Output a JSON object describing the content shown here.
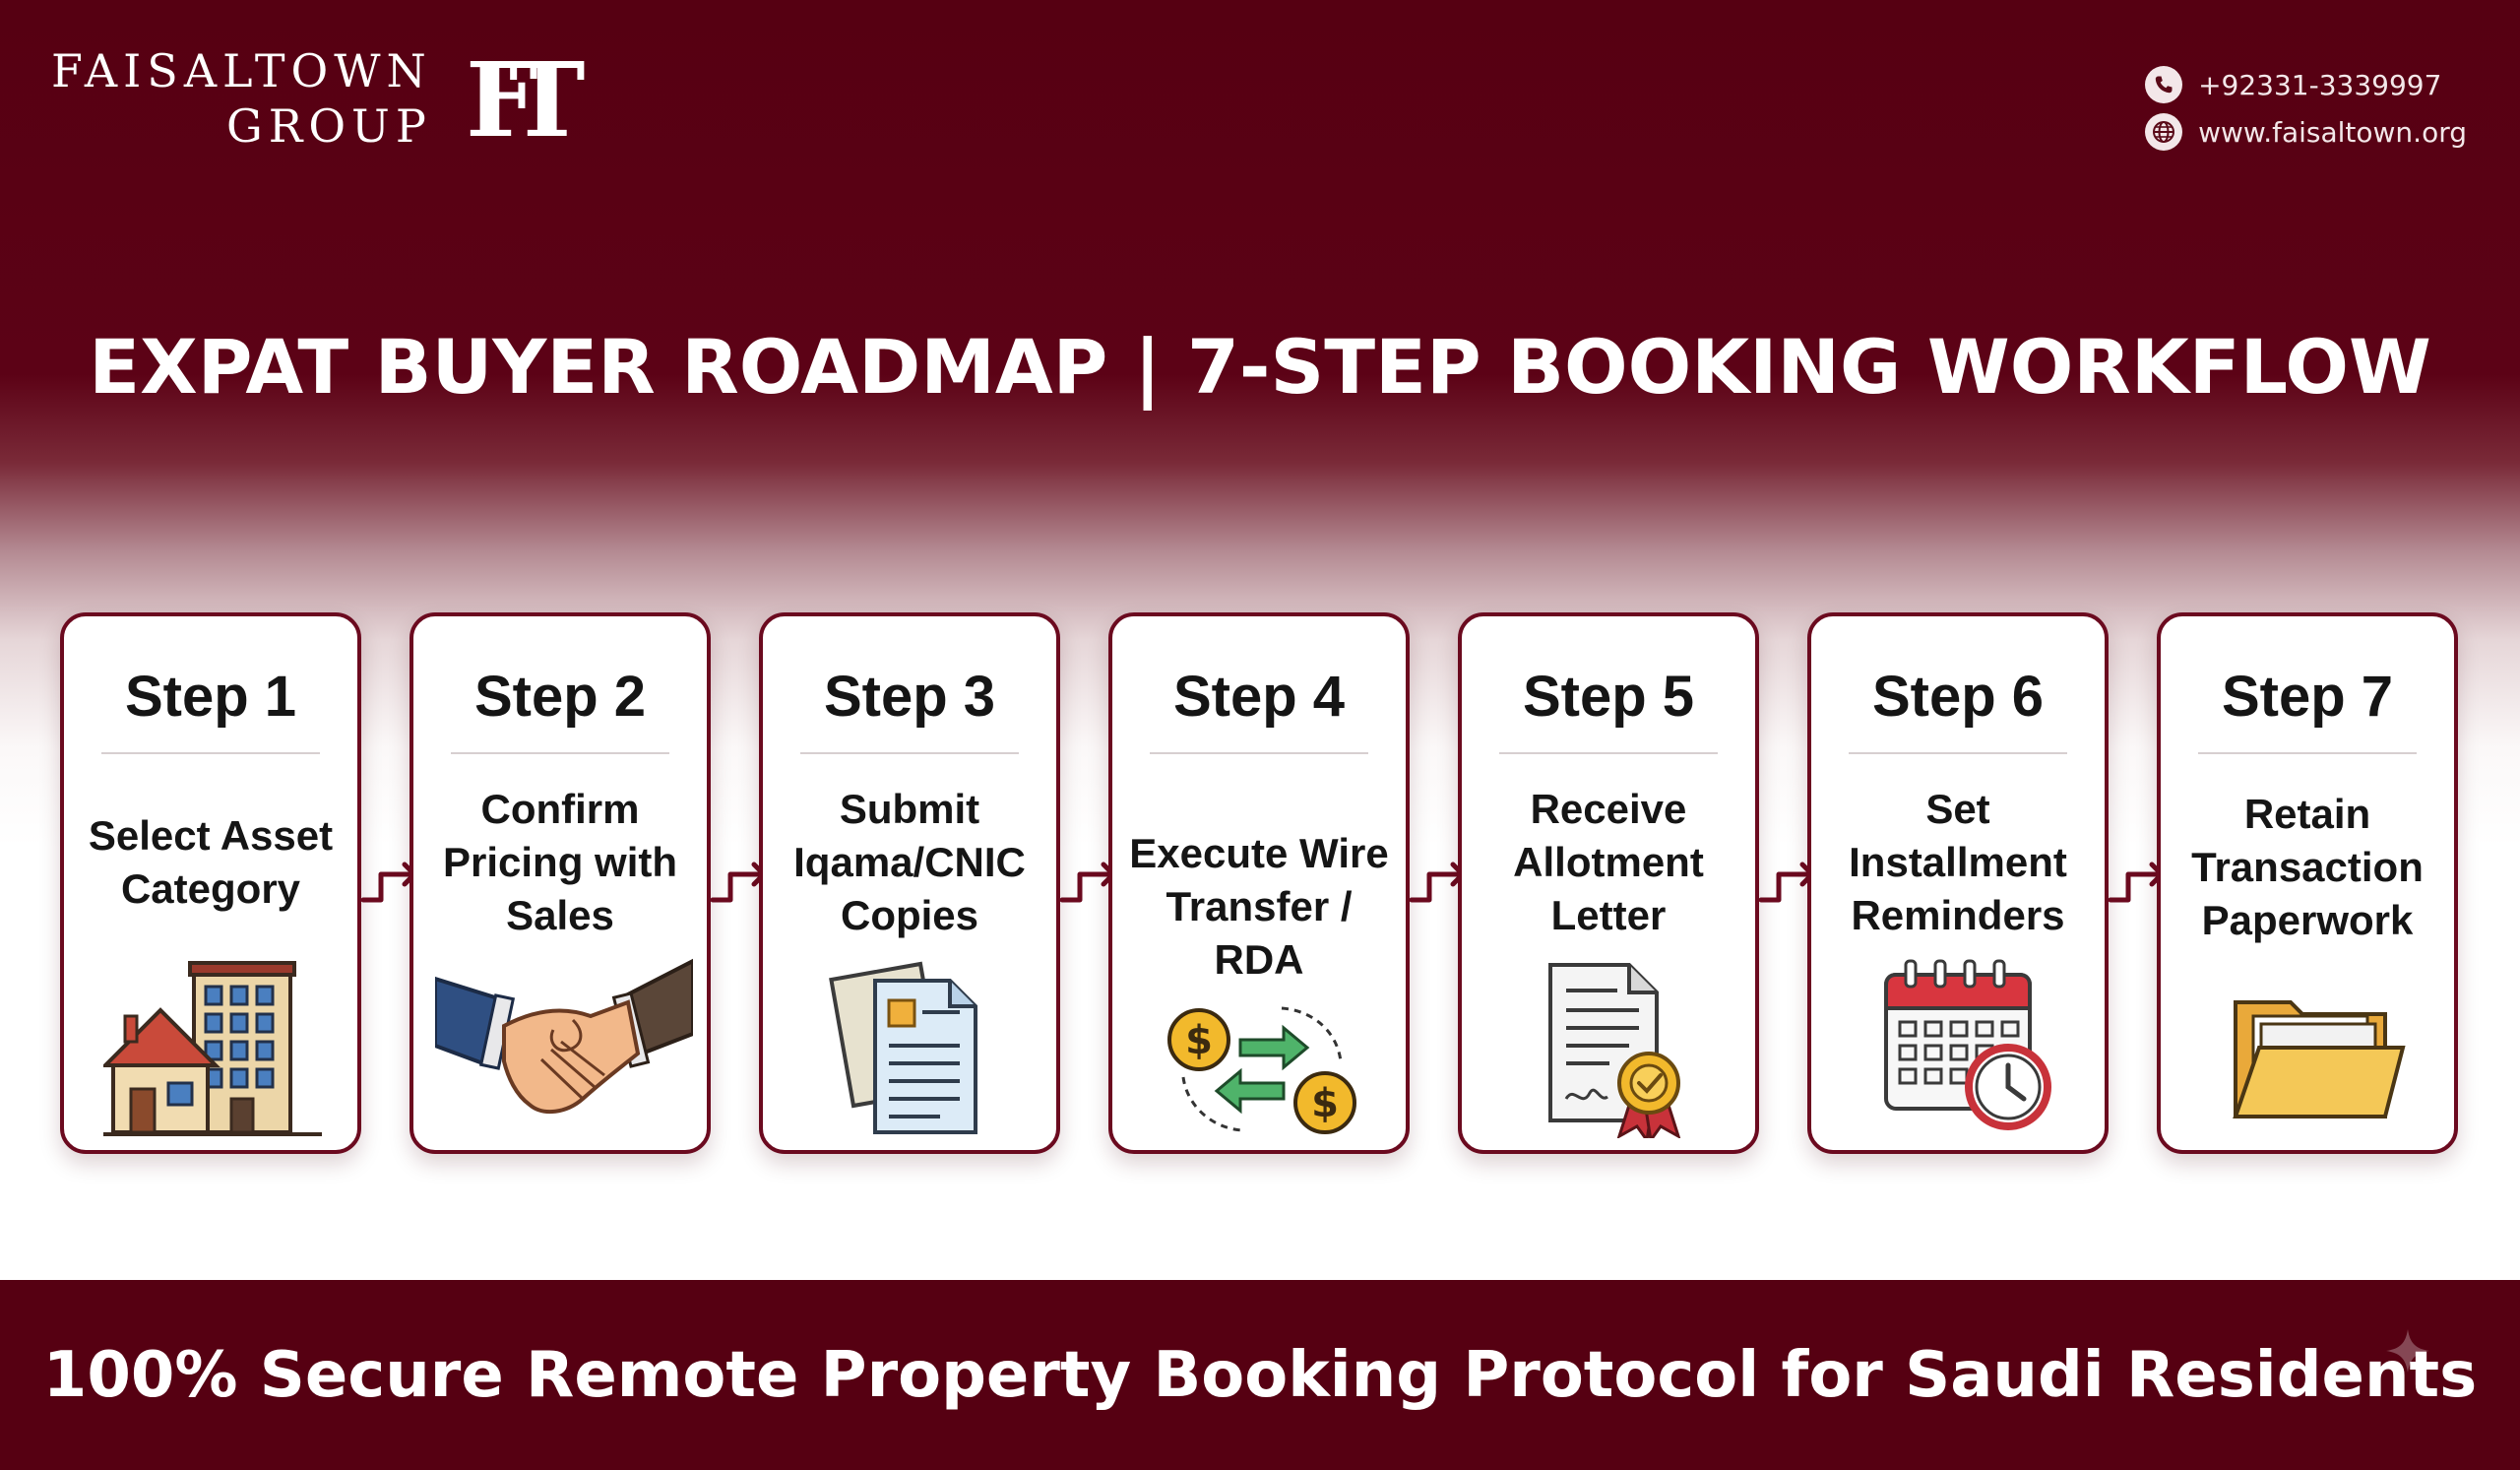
{
  "brand": {
    "line1": "FAISALTOWN",
    "line2": "GROUP",
    "mark_letters": "FT",
    "mark_icon": "ft-monogram-logo"
  },
  "contact": {
    "phone": "+92331-3339997",
    "website": "www.faisaltown.org",
    "phone_icon": "phone-icon",
    "web_icon": "globe-icon"
  },
  "title": "EXPAT BUYER ROADMAP | 7-STEP BOOKING WORKFLOW",
  "steps": [
    {
      "title": "Step 1",
      "desc": "Select Asset Category",
      "icon": "buildings-icon"
    },
    {
      "title": "Step 2",
      "desc": "Confirm Pricing with Sales",
      "icon": "handshake-icon"
    },
    {
      "title": "Step 3",
      "desc": "Submit Iqama/CNIC Copies",
      "icon": "documents-icon"
    },
    {
      "title": "Step 4",
      "desc": "Execute Wire Transfer / RDA",
      "icon": "money-transfer-icon"
    },
    {
      "title": "Step 5",
      "desc": "Receive Allotment Letter",
      "icon": "certificate-icon"
    },
    {
      "title": "Step 6",
      "desc": "Set Installment Reminders",
      "icon": "calendar-clock-icon"
    },
    {
      "title": "Step 7",
      "desc": "Retain Transaction Paperwork",
      "icon": "folder-icon"
    }
  ],
  "footer": "100% Secure Remote Property Booking Protocol for Saudi Residents",
  "colors": {
    "maroon": "#560012",
    "card_border": "#6b0a1f",
    "text_dark": "#151515",
    "white": "#ffffff"
  }
}
